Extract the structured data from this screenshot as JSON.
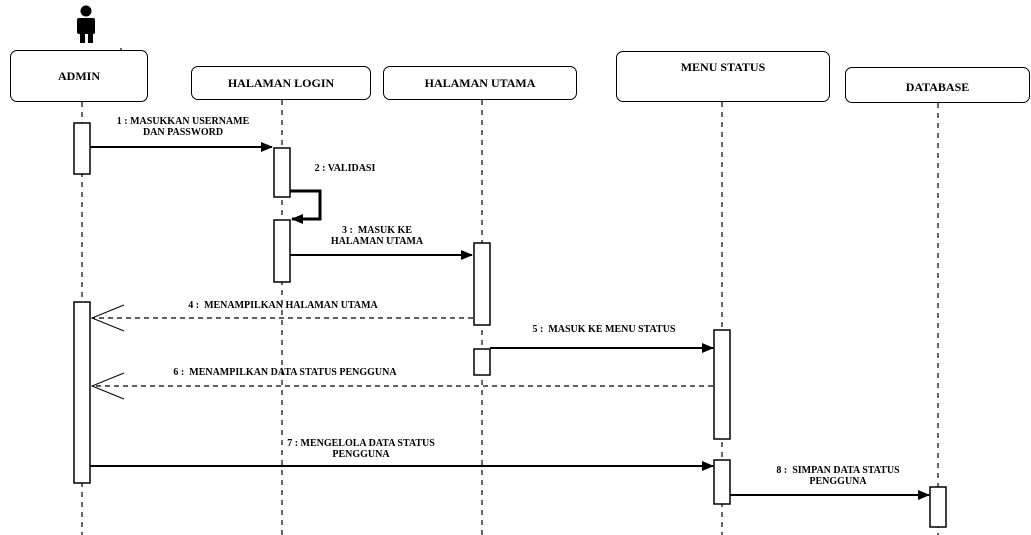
{
  "lifelines": [
    {
      "id": "admin",
      "label": "ADMIN"
    },
    {
      "id": "login",
      "label": "HALAMAN LOGIN"
    },
    {
      "id": "utama",
      "label": "HALAMAN UTAMA"
    },
    {
      "id": "status",
      "label": "MENU STATUS"
    },
    {
      "id": "database",
      "label": "DATABASE"
    }
  ],
  "messages": [
    {
      "text": "1 : MASUKKAN USERNAME\nDAN PASSWORD",
      "kind": "sync"
    },
    {
      "text": "2 : VALIDASI",
      "kind": "self"
    },
    {
      "text": "3 :  MASUK KE\nHALAMAN UTAMA",
      "kind": "sync"
    },
    {
      "text": "4 :  MENAMPILKAN HALAMAN UTAMA",
      "kind": "return"
    },
    {
      "text": "5 :  MASUK KE MENU STATUS",
      "kind": "sync"
    },
    {
      "text": "6 :  MENAMPILKAN DATA STATUS PENGGUNA",
      "kind": "return"
    },
    {
      "text": "7 : MENGELOLA DATA STATUS\nPENGGUNA",
      "kind": "sync"
    },
    {
      "text": "8 :  SIMPAN DATA STATUS\nPENGGUNA",
      "kind": "sync"
    }
  ],
  "actor_icon": "person-icon",
  "colors": {
    "line": "#000000",
    "background": "#ffffff"
  }
}
